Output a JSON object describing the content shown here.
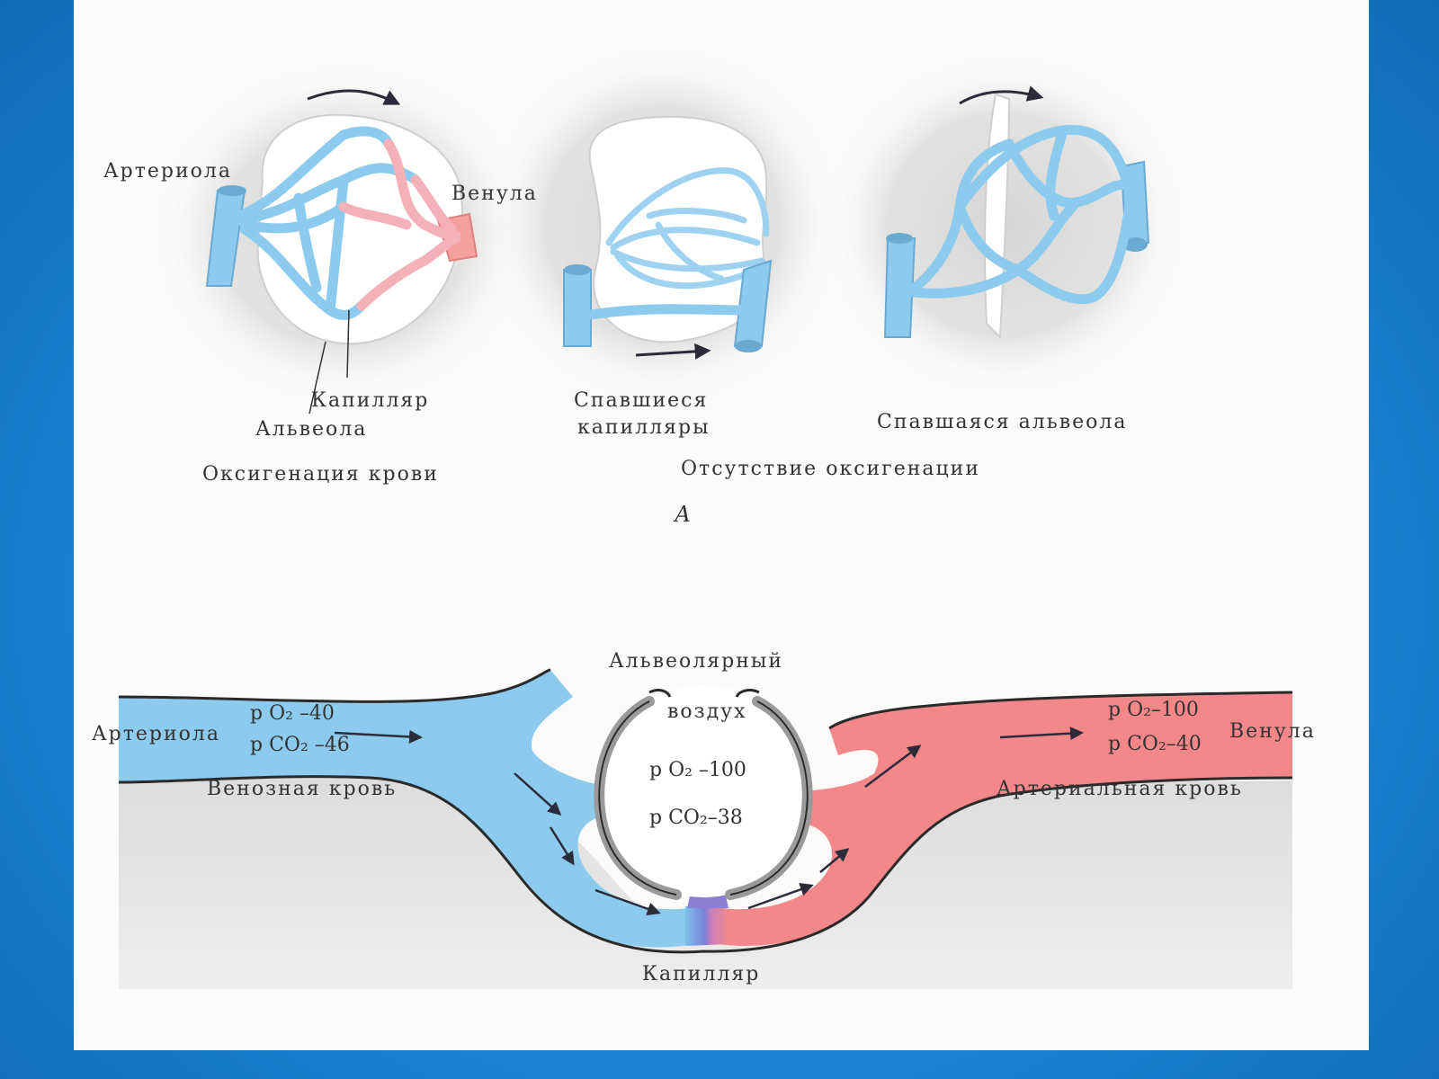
{
  "panel_a": {
    "left": {
      "arteriole": "Артериола",
      "venule": "Венула",
      "capillary": "Капилляр",
      "alveolus": "Альвеола",
      "caption": "Оксигенация крови"
    },
    "middle": {
      "collapsed_capillaries_line1": "Спавшиеся",
      "collapsed_capillaries_line2": "капилляры"
    },
    "right": {
      "collapsed_alveolus": "Спавшаяся альвеола"
    },
    "caption_no_oxygenation": "Отсутствие оксигенации",
    "panel_letter": "А"
  },
  "panel_b": {
    "alveolar_air_line1": "Альвеолярный",
    "alveolar_air_line2": "воздух",
    "alveolar": {
      "o2": "р О₂ –100",
      "co2": "р СО₂–38"
    },
    "arteriole": "Артериола",
    "arteriole_vals": {
      "o2": "р О₂ –40",
      "co2": "р СО₂ –46"
    },
    "venous_blood": "Венозная кровь",
    "venule": "Венула",
    "venule_vals": {
      "o2": "р О₂–100",
      "co2": "р СО₂–40"
    },
    "arterial_blood": "Артериальная кровь",
    "capillary": "Капилляр"
  },
  "colors": {
    "background": "#1a84d4",
    "venous": "#8ccaee",
    "arterial": "#f4878a",
    "alveolar_wall": "#9a9a9a"
  }
}
